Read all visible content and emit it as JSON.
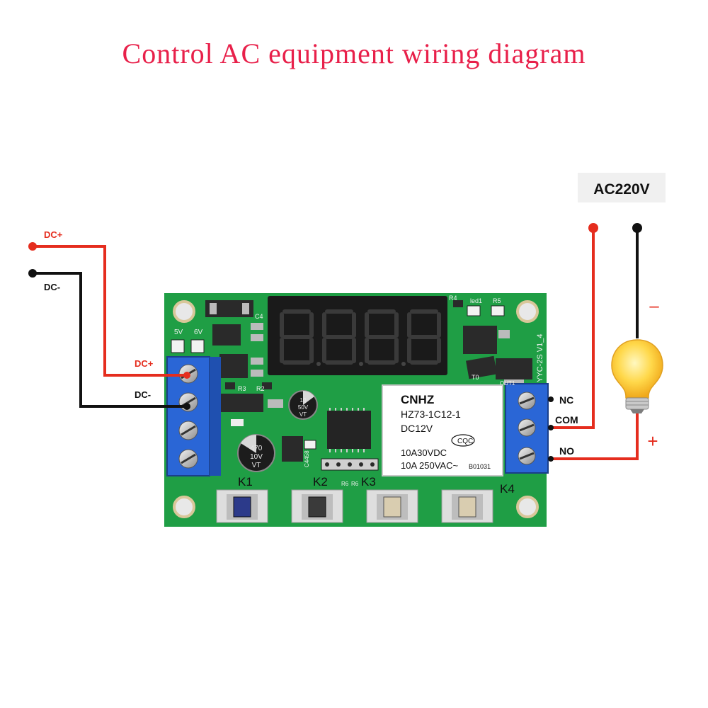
{
  "title": "Control AC equipment wiring diagram",
  "colors": {
    "title": "#e8204a",
    "positive_wire": "#e52d1e",
    "negative_wire": "#111111",
    "pcb": "#1f9e45",
    "terminal": "#2a66d6"
  },
  "supply": {
    "label": "AC220V"
  },
  "wires": {
    "dc_plus_outer": "DC+",
    "dc_minus_outer": "DC-",
    "dc_plus_inner": "DC+",
    "dc_minus_inner": "DC-"
  },
  "relay_terminals": {
    "nc": "NC",
    "com": "COM",
    "no": "NO"
  },
  "polarity": {
    "minus": "–",
    "plus": "+"
  },
  "board": {
    "model": "YYC-2S V1_4",
    "silkscreen": [
      "5V",
      "6V",
      "C4",
      "R3",
      "R2",
      "R4",
      "led1",
      "R5",
      "T0",
      "OUT1",
      "C4458",
      "R6",
      "R6"
    ],
    "buttons": [
      "K1",
      "K2",
      "K3",
      "K4"
    ],
    "capacitors": [
      {
        "lines": [
          "470",
          "10V",
          "VT"
        ]
      },
      {
        "lines": [
          "10",
          "50V",
          "VT"
        ]
      }
    ]
  },
  "relay": {
    "brand": "CNHZ",
    "model": "HZ73-1C12-1",
    "coil": "DC12V",
    "rating_dc": "10A30VDC",
    "rating_ac": "10A 250VAC~",
    "cert": "CQC",
    "batch": "B01031"
  },
  "icons": [
    "lightbulb-icon",
    "seven-segment-display-icon"
  ]
}
